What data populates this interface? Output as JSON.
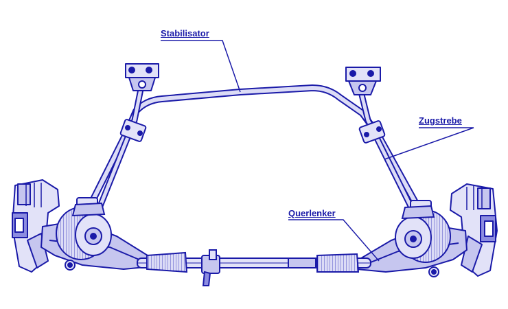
{
  "labels": {
    "stabilisator": "Stabilisator",
    "zugstrebe": "Zugstrebe",
    "querlenker": "Querlenker"
  },
  "colors": {
    "ink": "#1a1aa8",
    "fill": "#c6c6ef",
    "fill_light": "#e2e2f8",
    "fill_dark": "#8c8ce0",
    "background": "#ffffff"
  }
}
